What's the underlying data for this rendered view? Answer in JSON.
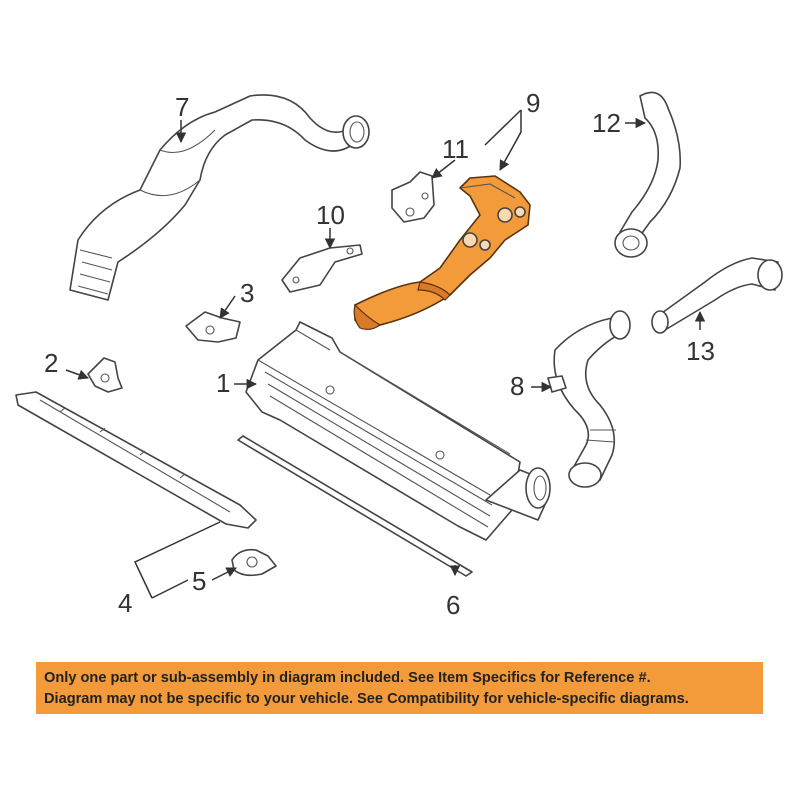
{
  "callouts": {
    "c1": "1",
    "c2": "2",
    "c3": "3",
    "c4": "4",
    "c5": "5",
    "c6": "6",
    "c7": "7",
    "c8": "8",
    "c9": "9",
    "c10": "10",
    "c11": "11",
    "c12": "12",
    "c13": "13"
  },
  "highlight_color": "#f39b3a",
  "notice": {
    "line1": "Only one part or sub-assembly in diagram included. See Item Specifics for Reference #.",
    "line2": "Diagram may not be specific to your vehicle. See Compatibility for vehicle-specific diagrams."
  }
}
